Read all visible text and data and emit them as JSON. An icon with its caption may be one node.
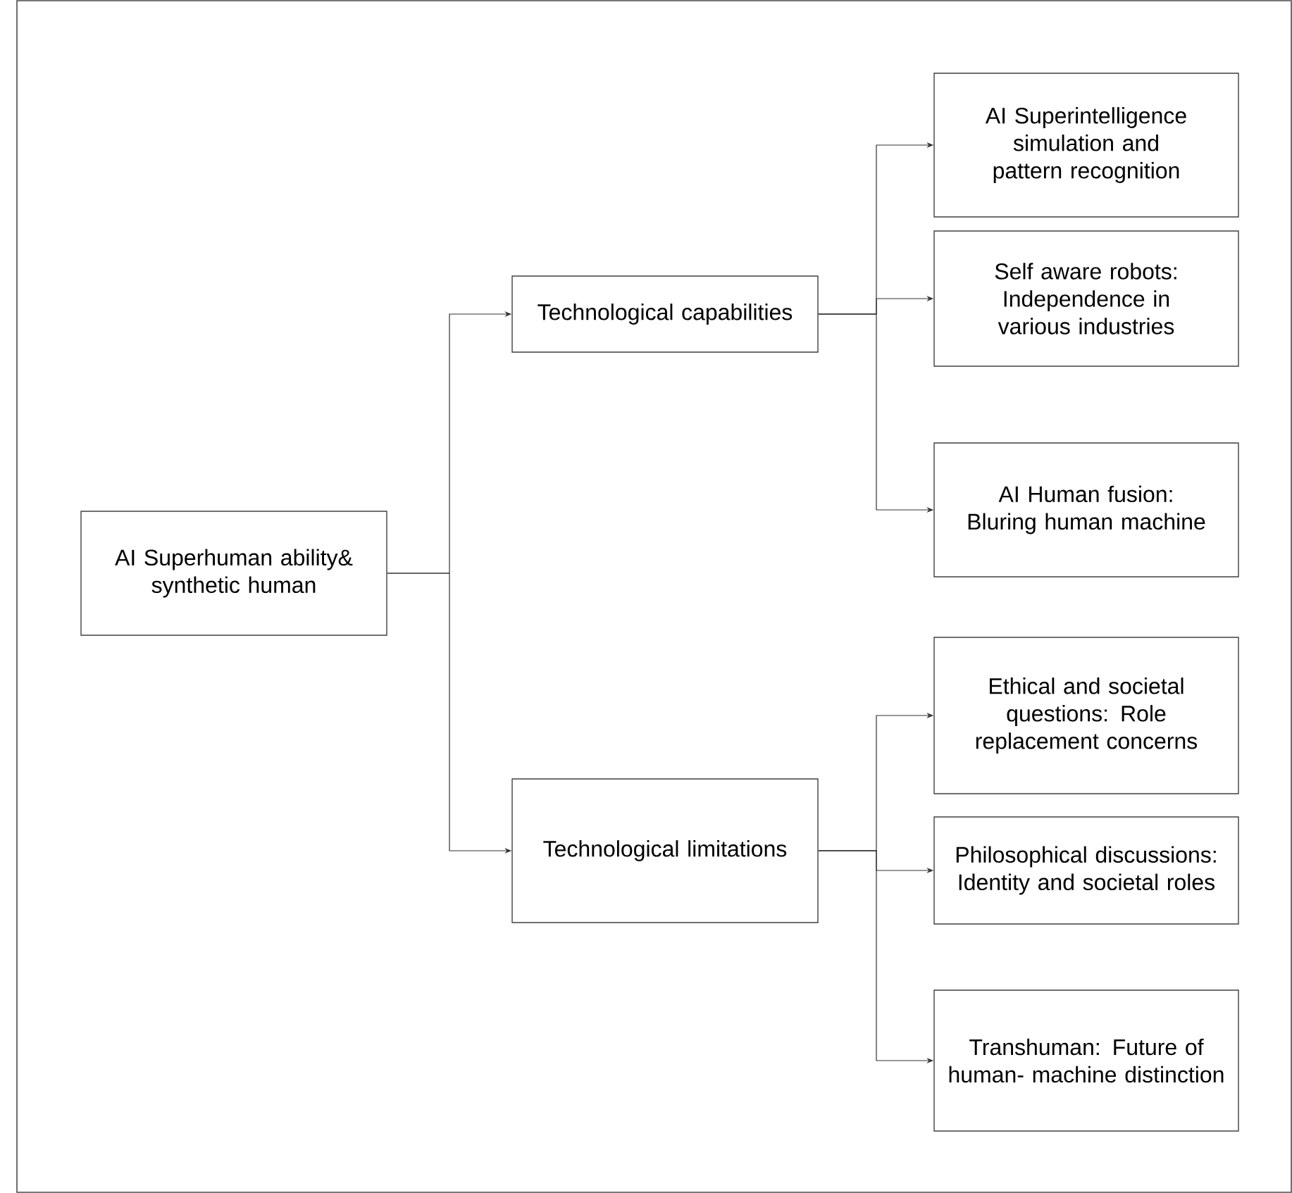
{
  "diagram": {
    "nodes": [
      {
        "text": [
          "AI Superhuman ability& synthetic human"
        ]
      },
      {
        "text": [
          "Technological capabilities"
        ]
      },
      {
        "text": [
          "Technological limitations"
        ]
      },
      {
        "text": [
          "AI Superintelligence simulation and pattern recognition"
        ]
      },
      {
        "text": [
          "Self aware robots: Independence in various industries"
        ]
      },
      {
        "text": [
          "AI Human fusion: Bluring human machine"
        ]
      },
      {
        "text": [
          "Ethical and societal questions: Role replacement concerns"
        ]
      },
      {
        "text": [
          "Philosophical discussions: Identity and societal roles"
        ]
      },
      {
        "text": [
          "Transhuman: Future of human- machine distinction"
        ]
      }
    ],
    "edges": [
      {
        "from": 0,
        "to": 1,
        "arrow": "to"
      },
      {
        "from": 0,
        "to": 2,
        "arrow": "to"
      },
      {
        "from": 1,
        "to": 3,
        "arrow": "to"
      },
      {
        "from": 1,
        "to": 4,
        "arrow": "to"
      },
      {
        "from": 1,
        "to": 5,
        "arrow": "to"
      },
      {
        "from": 2,
        "to": 6,
        "arrow": "to"
      },
      {
        "from": 2,
        "to": 7,
        "arrow": "to"
      },
      {
        "from": 2,
        "to": 8,
        "arrow": "to"
      }
    ]
  }
}
